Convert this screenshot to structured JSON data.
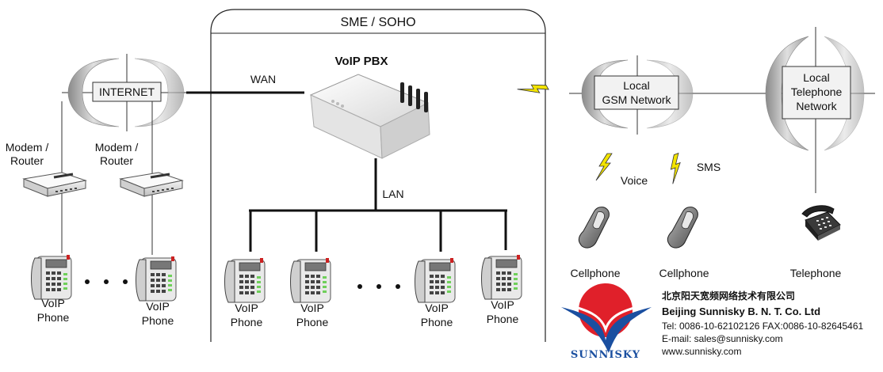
{
  "soho": {
    "title": "SME / SOHO"
  },
  "pbx": {
    "title": "VoIP PBX"
  },
  "links": {
    "wan": "WAN",
    "lan": "LAN",
    "voice": "Voice",
    "sms": "SMS"
  },
  "clouds": {
    "internet": "INTERNET",
    "gsm": [
      "Local",
      "GSM Network"
    ],
    "pstn": [
      "Local",
      "Telephone",
      "Network"
    ]
  },
  "modems": [
    {
      "label": [
        "Modem /",
        "Router"
      ]
    },
    {
      "label": [
        "Modem /",
        "Router"
      ]
    }
  ],
  "phones": {
    "left": [
      [
        "VoIP",
        "Phone"
      ],
      [
        "VoIP",
        "Phone"
      ]
    ],
    "lan": [
      [
        "VoIP",
        "Phone"
      ],
      [
        "VoIP",
        "Phone"
      ],
      [
        "VoIP",
        "Phone"
      ],
      [
        "VoIP",
        "Phone"
      ]
    ]
  },
  "devices": {
    "cellphone_1": "Cellphone",
    "cellphone_2": "Cellphone",
    "telephone": "Telephone"
  },
  "company": {
    "name_cn": "北京阳天宽频网络技术有限公司",
    "name_en": "Beijing Sunnisky B. N. T. Co. Ltd",
    "tel_fax": "Tel: 0086-10-62102126   FAX:0086-10-82645461",
    "email": "E-mail: sales@sunnisky.com",
    "web": "www.sunnisky.com",
    "logo_text": "SUNNISKY"
  },
  "colors": {
    "logo_red": "#e0202a",
    "logo_blue": "#1a4fa0",
    "lightning": "#e8d400"
  }
}
